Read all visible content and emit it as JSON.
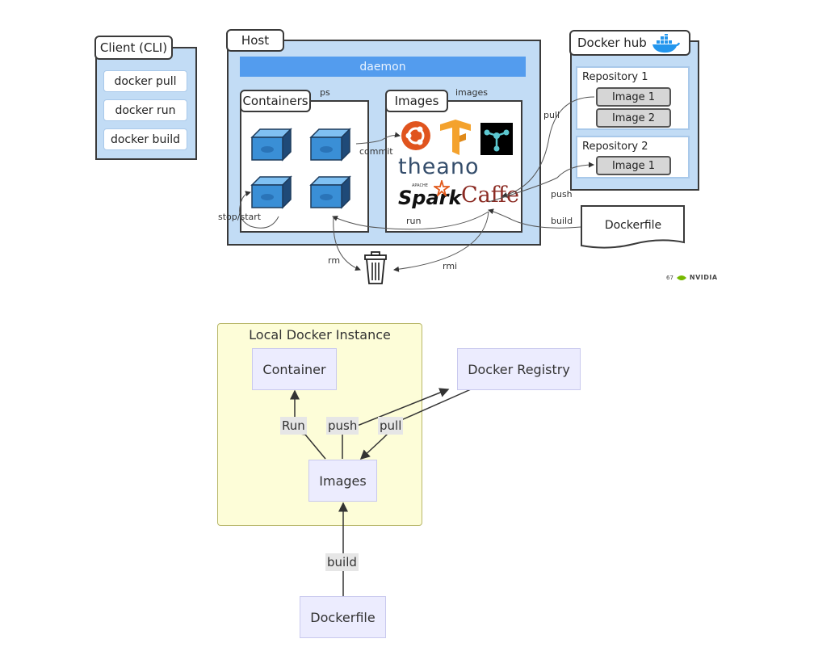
{
  "top_diagram": {
    "client": {
      "title": "Client (CLI)",
      "commands": [
        "docker pull",
        "docker run",
        "docker build"
      ]
    },
    "host": {
      "title": "Host",
      "daemon_label": "daemon",
      "containers": {
        "title": "Containers",
        "side_label": "ps",
        "count": 4
      },
      "images": {
        "title": "Images",
        "side_label": "images",
        "logos": [
          "ubuntu",
          "tensorflow",
          "cntk",
          "theano",
          "Spark",
          "Caffe"
        ],
        "theano_text": "theano",
        "spark_text": "Spark",
        "spark_super": "APACHE",
        "caffe_text": "Caffe"
      }
    },
    "docker_hub": {
      "title": "Docker hub",
      "repositories": [
        {
          "title": "Repository 1",
          "images": [
            "Image 1",
            "Image 2"
          ]
        },
        {
          "title": "Repository 2",
          "images": [
            "Image 1"
          ]
        }
      ]
    },
    "dockerfile_label": "Dockerfile",
    "edge_labels": {
      "commit": "commit",
      "stop_start": "stop/start",
      "run": "run",
      "rm": "rm",
      "rmi": "rmi",
      "pull": "pull",
      "push": "push",
      "build": "build"
    },
    "footer": {
      "page_number": "67",
      "brand": "NVIDIA"
    },
    "colors": {
      "panel_fill": "#c2dcf5",
      "daemon_fill": "#539cee",
      "caffe_red": "#8b2a22",
      "ubuntu_orange": "#e0541e",
      "tensorflow_orange": "#f4a22d",
      "theano_blue": "#344d6b",
      "container_blue": "#3a8fd6"
    }
  },
  "bottom_diagram": {
    "cluster_title": "Local Docker Instance",
    "nodes": {
      "container": "Container",
      "images": "Images",
      "registry": "Docker Registry",
      "dockerfile": "Dockerfile"
    },
    "edge_labels": {
      "run": "Run",
      "push": "push",
      "pull": "pull",
      "build": "build"
    },
    "colors": {
      "cluster_fill": "#fdfdd8",
      "node_fill": "#ececfe",
      "label_fill": "#e6e6e6"
    }
  }
}
